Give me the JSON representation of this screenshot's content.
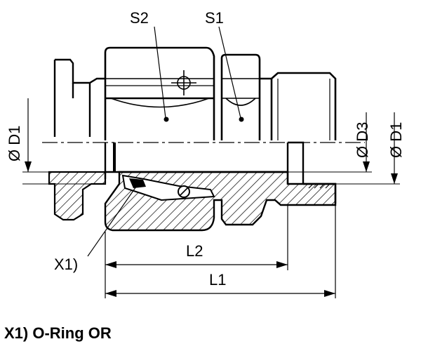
{
  "labels": {
    "s2": "S2",
    "s1": "S1",
    "d1_left": "Ø D1",
    "d3_right": "Ø D3",
    "d1_right": "Ø D1",
    "x1": "X1)",
    "l2": "L2",
    "l1": "L1"
  },
  "note": "X1) O-Ring OR",
  "colors": {
    "line": "#000000",
    "background": "#ffffff"
  }
}
